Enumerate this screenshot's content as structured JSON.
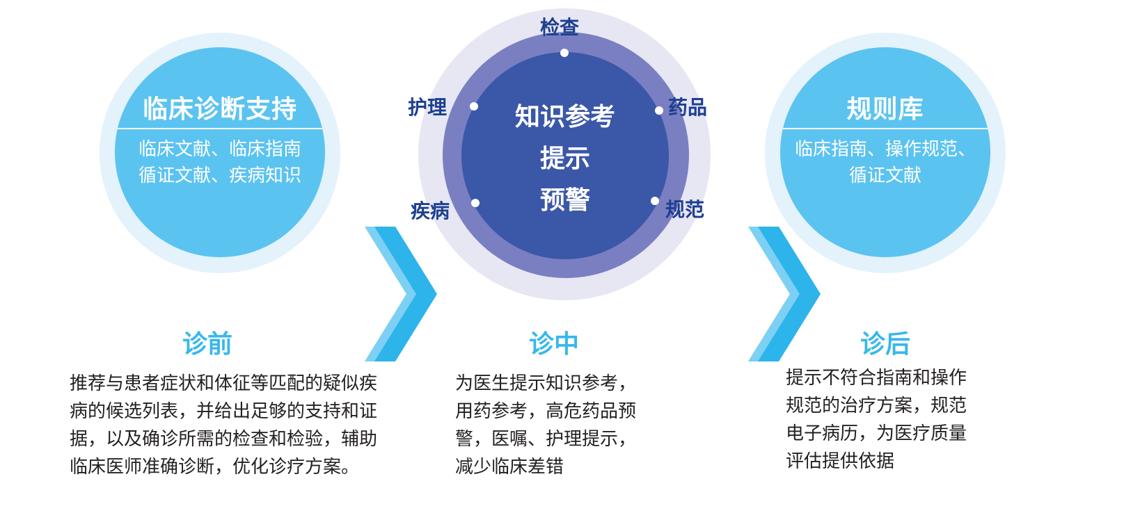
{
  "left_circle": {
    "title": "临床诊断支持",
    "lines": [
      "临床文献、临床指南",
      "循证文献、疾病知识"
    ]
  },
  "center_circle": {
    "lines": [
      "知识参考",
      "提示",
      "预警"
    ],
    "orbit": {
      "top": "检查",
      "upper_left": "护理",
      "upper_right": "药品",
      "lower_left": "疾病",
      "lower_right": "规范"
    }
  },
  "right_circle": {
    "title": "规则库",
    "lines": [
      "临床指南、操作规范、",
      "循证文献"
    ]
  },
  "stages": {
    "before": {
      "label": "诊前",
      "lines": [
        "推荐与患者症状和体征等匹配的疑似疾",
        "病的候选列表，并给出足够的支持和证",
        "据，以及确诊所需的检查和检验，辅助",
        "临床医师准确诊断，优化诊疗方案。"
      ]
    },
    "during": {
      "label": "诊中",
      "lines": [
        "为医生提示知识参考，",
        "用药参考，高危药品预",
        "警，医嘱、护理提示，",
        "减少临床差错"
      ]
    },
    "after": {
      "label": "诊后",
      "lines": [
        "提示不符合指南和操作",
        "规范的治疗方案，规范",
        "电子病历，为医疗质量",
        "评估提供依据"
      ]
    }
  },
  "colors": {
    "light_blue": "#5bc3f0",
    "halo": "#e3f2fb",
    "core_blue": "#3b57a8",
    "ring_purple": "#7a7fc1",
    "orbit_text": "#1d3f91",
    "stage_text": "#38b8ea",
    "chevron": "#2db4ea"
  },
  "icons": [
    "chevron-right-icon",
    "chevron-right-icon"
  ]
}
